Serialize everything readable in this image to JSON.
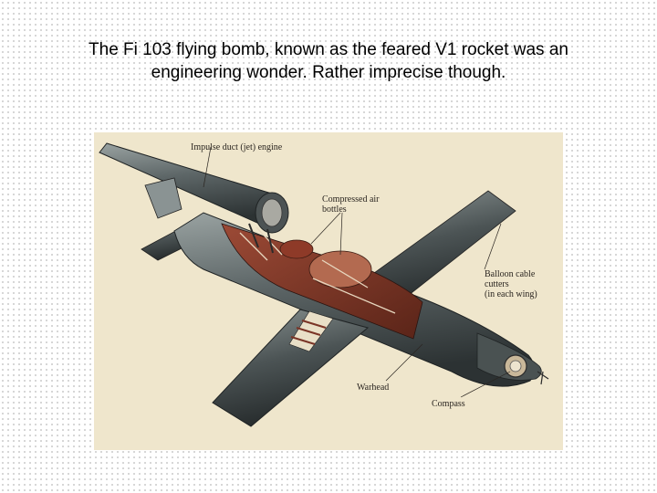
{
  "slide": {
    "title_line1": "The Fi 103 flying bomb, known as the feared V1 rocket was an",
    "title_line2": "engineering wonder. Rather imprecise though."
  },
  "figure": {
    "labels": {
      "engine": "Impulse duct (jet) engine",
      "air_bottles_line1": "Compressed air",
      "air_bottles_line2": "bottles",
      "cutters_line1": "Balloon cable",
      "cutters_line2": "cutters",
      "cutters_line3": "(in each wing)",
      "warhead": "Warhead",
      "compass": "Compass"
    },
    "colors": {
      "background": "#efe6cc",
      "body_dark": "#3a4142",
      "body_light": "#7e8887",
      "interior": "#7a3426",
      "label_ink": "#2a2520"
    }
  }
}
